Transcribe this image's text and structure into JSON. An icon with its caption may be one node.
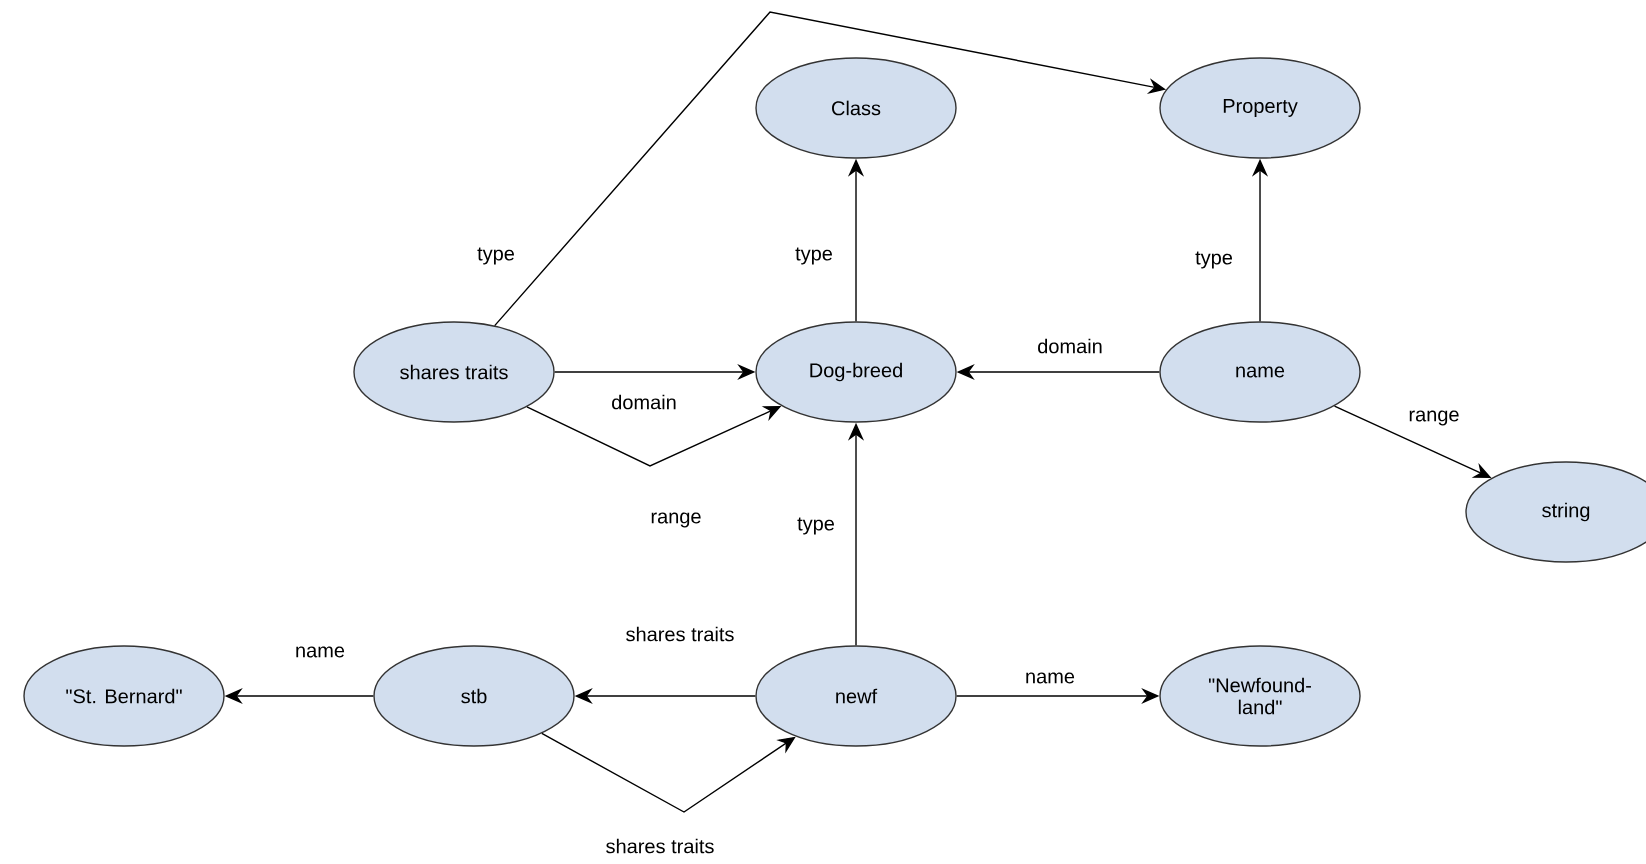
{
  "diagram": {
    "nodes": [
      {
        "text": [
          "Class"
        ]
      },
      {
        "text": [
          "Property"
        ]
      },
      {
        "text": [
          "shares traits"
        ]
      },
      {
        "text": [
          "Dog-breed"
        ]
      },
      {
        "text": [
          "name"
        ]
      },
      {
        "text": [
          "string"
        ]
      },
      {
        "text": [
          "\"St. Bernard\""
        ]
      },
      {
        "text": [
          "stb"
        ]
      },
      {
        "text": [
          "newf"
        ]
      },
      {
        "text": [
          "\"Newfound- land\""
        ]
      }
    ],
    "edges": [
      {
        "from": 2,
        "to": 1,
        "arrow": "to",
        "label": "type"
      },
      {
        "from": 2,
        "to": 3,
        "arrow": "to",
        "label": "domain"
      },
      {
        "from": 2,
        "to": 3,
        "arrow": "to",
        "label": "range"
      },
      {
        "from": 3,
        "to": 0,
        "arrow": "to",
        "label": "type"
      },
      {
        "from": 4,
        "to": 1,
        "arrow": "to",
        "label": "type"
      },
      {
        "from": 4,
        "to": 3,
        "arrow": "to",
        "label": "domain"
      },
      {
        "from": 4,
        "to": 5,
        "arrow": "to",
        "label": "range"
      },
      {
        "from": 8,
        "to": 3,
        "arrow": "to",
        "label": "type"
      },
      {
        "from": 8,
        "to": 7,
        "arrow": "to",
        "label": "shares traits"
      },
      {
        "from": 7,
        "to": 8,
        "arrow": "to",
        "label": "shares traits"
      },
      {
        "from": 7,
        "to": 6,
        "arrow": "to",
        "label": "name"
      },
      {
        "from": 8,
        "to": 9,
        "arrow": "to",
        "label": "name"
      }
    ]
  }
}
